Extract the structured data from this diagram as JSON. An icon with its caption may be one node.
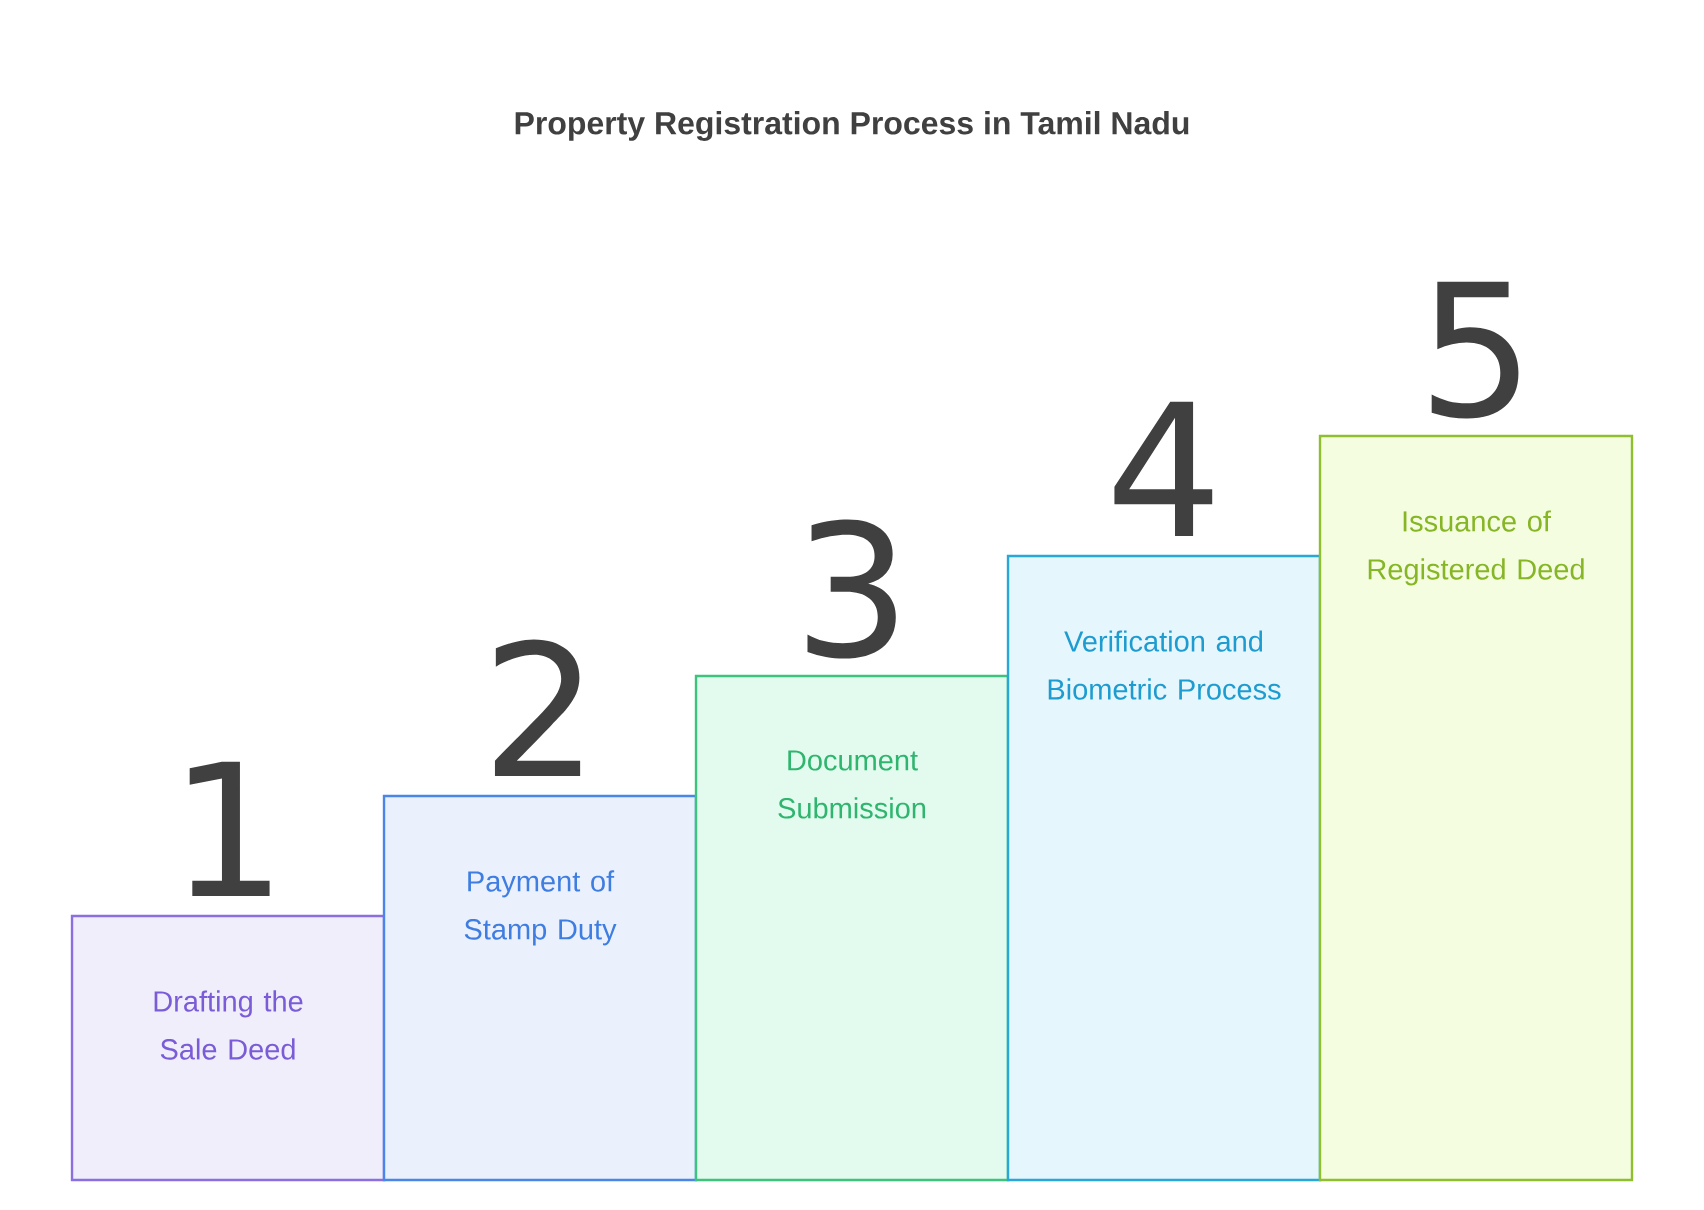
{
  "diagram": {
    "title": "Property Registration Process in Tamil Nadu",
    "nodes": [
      {
        "text": [
          "1",
          "Drafting the Sale Deed"
        ]
      },
      {
        "text": [
          "2",
          "Payment of Stamp Duty"
        ]
      },
      {
        "text": [
          "3",
          "Document Submission"
        ]
      },
      {
        "text": [
          "4",
          "Verification and Biometric Process"
        ]
      },
      {
        "text": [
          "5",
          "Issuance of Registered Deed"
        ]
      }
    ]
  }
}
